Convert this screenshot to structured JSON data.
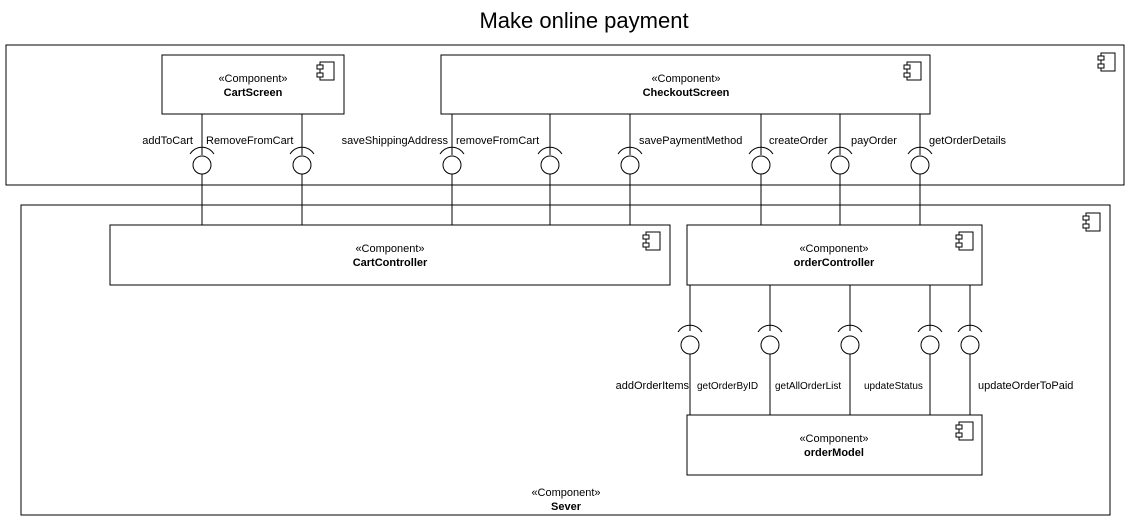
{
  "title": "Make online payment",
  "stereotype": "«Component»",
  "components": {
    "cart_screen": "CartScreen",
    "checkout_screen": "CheckoutScreen",
    "cart_controller": "CartController",
    "order_controller": "orderController",
    "order_model": "orderModel",
    "server": "Sever"
  },
  "client_interfaces": [
    "addToCart",
    "RemoveFromCart",
    "saveShippingAddress",
    "removeFromCart",
    "savePaymentMethod",
    "createOrder",
    "payOrder",
    "getOrderDetails"
  ],
  "model_interfaces": [
    "addOrderItems",
    "getOrderByID",
    "getAllOrderList",
    "updateStatus",
    "updateOrderToPaid"
  ]
}
